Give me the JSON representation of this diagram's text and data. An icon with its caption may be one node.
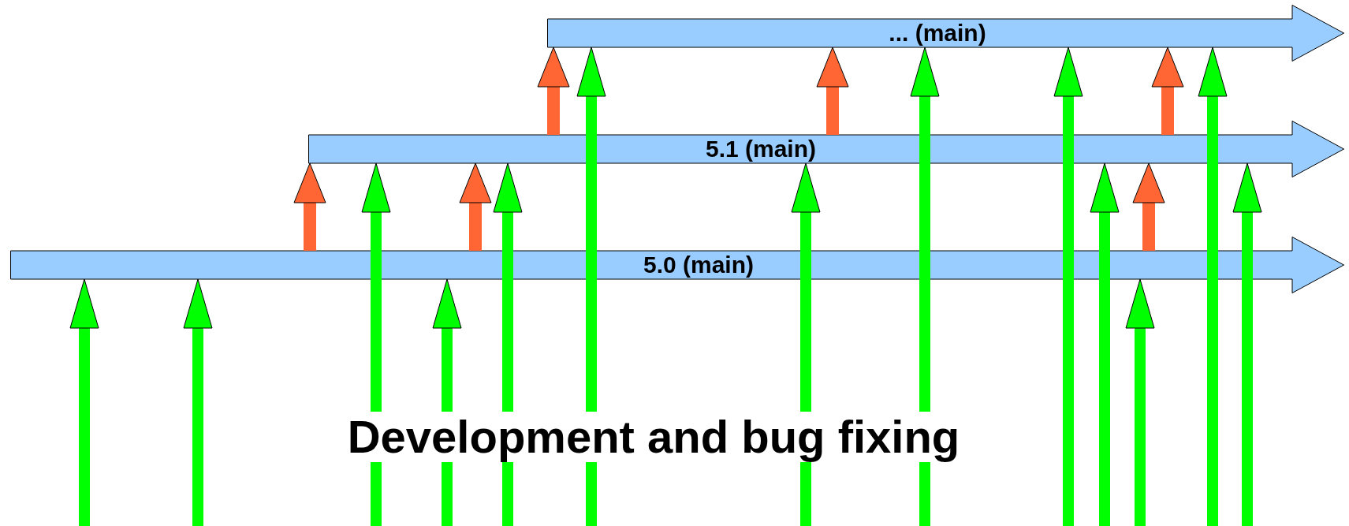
{
  "diagram": {
    "nodes": [
      {
        "text": [
          "... (main)"
        ]
      },
      {
        "text": [
          "5.1 (main)"
        ]
      },
      {
        "text": [
          "5.0 (main)"
        ]
      }
    ],
    "edges": [
      {
        "from": null,
        "to": 2,
        "arrow": "to"
      },
      {
        "from": null,
        "to": 2,
        "arrow": "to"
      },
      {
        "from": 2,
        "to": 1,
        "arrow": "to",
        "color": "#ff6633"
      },
      {
        "from": null,
        "to": 1,
        "arrow": "to"
      },
      {
        "from": null,
        "to": 2,
        "arrow": "to"
      },
      {
        "from": 2,
        "to": 1,
        "arrow": "to",
        "color": "#ff6633"
      },
      {
        "from": null,
        "to": 1,
        "arrow": "to"
      },
      {
        "from": 1,
        "to": 0,
        "arrow": "to",
        "color": "#ff6633"
      },
      {
        "from": null,
        "to": 0,
        "arrow": "to"
      },
      {
        "from": null,
        "to": 1,
        "arrow": "to"
      },
      {
        "from": 1,
        "to": 0,
        "arrow": "to",
        "color": "#ff6633"
      },
      {
        "from": null,
        "to": 0,
        "arrow": "to"
      },
      {
        "from": null,
        "to": 0,
        "arrow": "to"
      },
      {
        "from": null,
        "to": 1,
        "arrow": "to"
      },
      {
        "from": null,
        "to": 2,
        "arrow": "to"
      },
      {
        "from": 2,
        "to": 1,
        "arrow": "to",
        "color": "#ff6633"
      },
      {
        "from": 1,
        "to": 0,
        "arrow": "to",
        "color": "#ff6633"
      },
      {
        "from": null,
        "to": 0,
        "arrow": "to"
      },
      {
        "from": null,
        "to": 1,
        "arrow": "to"
      }
    ],
    "labels": [
      "Development and bug fixing"
    ]
  }
}
